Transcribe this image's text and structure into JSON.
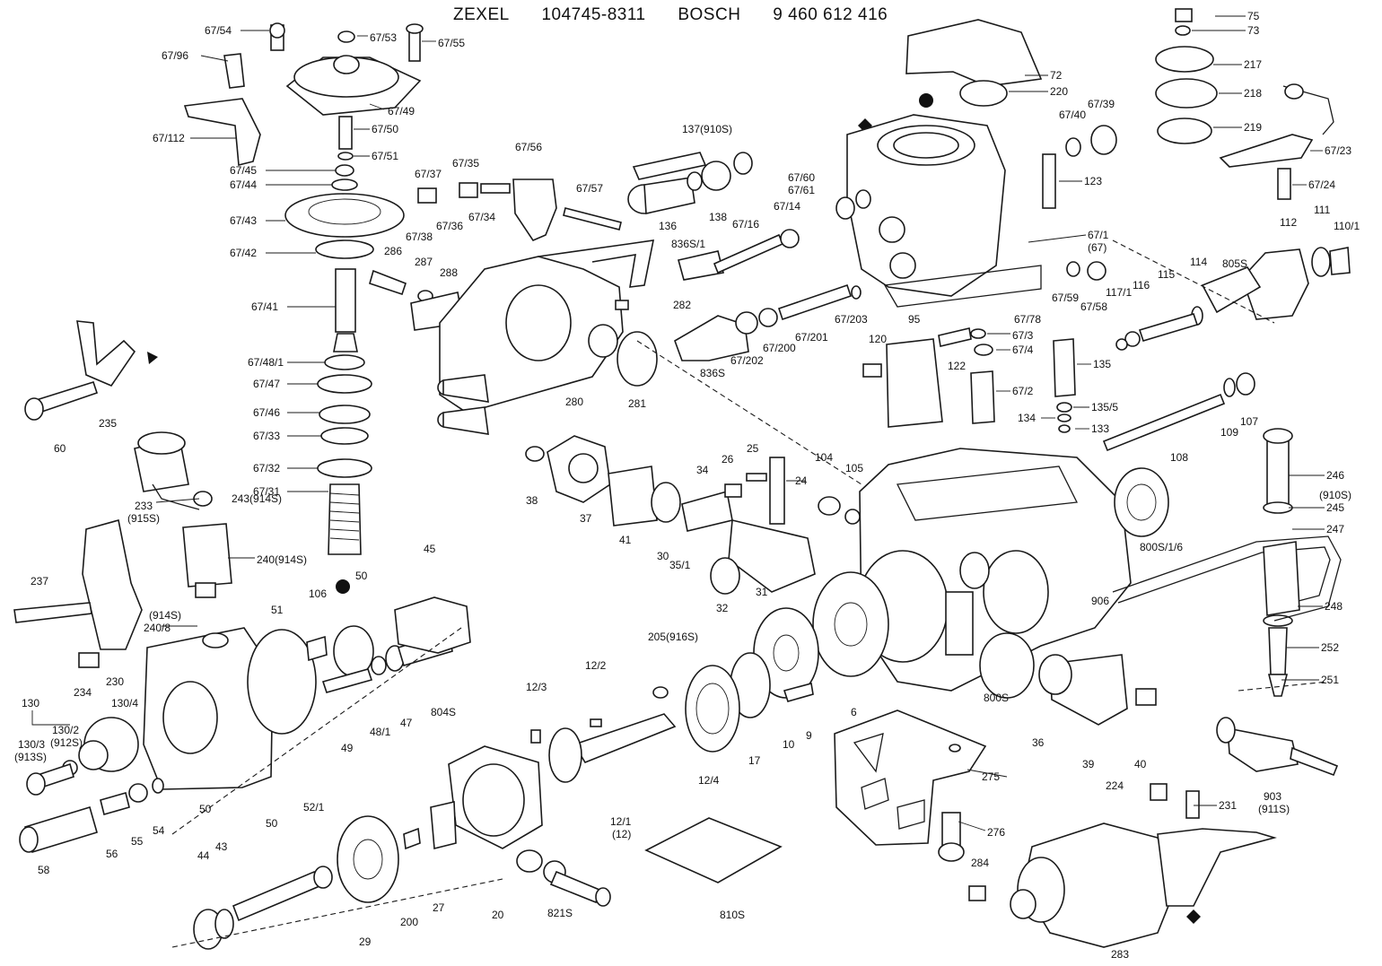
{
  "header": {
    "brand1": "ZEXEL",
    "code1": "104745-8311",
    "brand2": "BOSCH",
    "code2": "9 460 612 416"
  },
  "labels": [
    "67/54",
    "67/53",
    "67/55",
    "67/96",
    "67/49",
    "67/112",
    "67/50",
    "67/51",
    "67/45",
    "67/44",
    "67/43",
    "67/42",
    "67/41",
    "67/48/1",
    "67/47",
    "67/46",
    "67/33",
    "67/32",
    "67/31",
    "67/37",
    "67/35",
    "67/34",
    "67/36",
    "67/38",
    "67/56",
    "67/57",
    "137(910S)",
    "136",
    "138",
    "836S/1",
    "67/16",
    "67/14",
    "67/60",
    "67/61",
    "72",
    "220",
    "75",
    "73",
    "217",
    "218",
    "219",
    "67/40",
    "67/39",
    "67/23",
    "67/24",
    "123",
    "67/1",
    "(67)",
    "110/1",
    "111",
    "112",
    "805S",
    "114",
    "115",
    "116",
    "117/1",
    "67/59",
    "67/58",
    "67/78",
    "67/203",
    "67/201",
    "67/200",
    "67/202",
    "836S",
    "95",
    "120",
    "67/3",
    "67/4",
    "122",
    "135",
    "67/2",
    "135/5",
    "134",
    "133",
    "109",
    "107",
    "108",
    "286",
    "287",
    "288",
    "282",
    "280",
    "281",
    "60",
    "235",
    "233",
    "(915S)",
    "243(914S)",
    "240(914S)",
    "237",
    "(914S)",
    "240/8",
    "230",
    "234",
    "130",
    "130/4",
    "130/2",
    "(912S)",
    "130/3",
    "(913S)",
    "106",
    "51",
    "50",
    "45",
    "49",
    "48/1",
    "47",
    "804S",
    "38",
    "37",
    "41",
    "30",
    "35/1",
    "34",
    "26",
    "25",
    "24",
    "32",
    "31",
    "104",
    "105",
    "246",
    "(910S)",
    "245",
    "247",
    "800S/1/6",
    "906",
    "248",
    "252",
    "251",
    "205(916S)",
    "12/2",
    "12/3",
    "17",
    "10",
    "9",
    "6",
    "800S",
    "36",
    "39",
    "40",
    "12/4",
    "12/1",
    "(12)",
    "275",
    "276",
    "903",
    "(911S)",
    "224",
    "231",
    "284",
    "283",
    "810S",
    "821S",
    "20",
    "27",
    "200",
    "29",
    "52/1",
    "50",
    "44",
    "43",
    "58",
    "56",
    "55",
    "54",
    "50"
  ],
  "markers": [
    {
      "type": "filled-circle"
    },
    {
      "type": "filled-circle"
    },
    {
      "type": "filled-diamond"
    },
    {
      "type": "filled-diamond"
    },
    {
      "type": "filled-arrowhead"
    }
  ]
}
